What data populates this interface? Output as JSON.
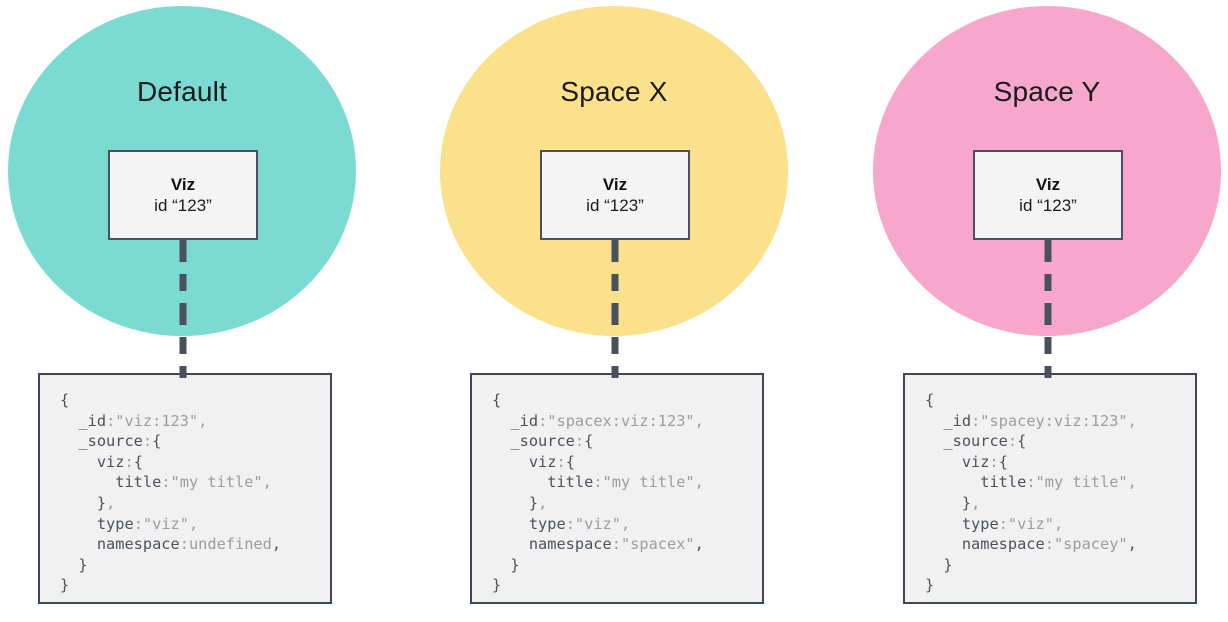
{
  "palette": {
    "default_circle": "#7BDBD3",
    "spacex_circle": "#FBE18C",
    "spacey_circle": "#F6A7CB",
    "connector": "#4A515D",
    "card_bg": "#F4F4F4",
    "card_border": "#4A515D",
    "code_bg": "#F1F1F1",
    "code_border": "#3F4654",
    "code_key_color": "#4D525A",
    "code_value_color": "#9D9D9D"
  },
  "panels": [
    {
      "name": "default",
      "label": "Default",
      "color": "#7BDBD3",
      "viz": {
        "title": "Viz",
        "id_line": "id “123”"
      },
      "code_lines": [
        [
          {
            "t": "{",
            "c": "d"
          }
        ],
        [
          {
            "t": "  ",
            "c": "d"
          },
          {
            "t": "_id",
            "c": "d"
          },
          {
            "t": ":",
            "c": "l"
          },
          {
            "t": "\"viz:123\"",
            "c": "l"
          },
          {
            "t": ",",
            "c": "l"
          }
        ],
        [
          {
            "t": "  ",
            "c": "d"
          },
          {
            "t": "_source",
            "c": "d"
          },
          {
            "t": ":",
            "c": "l"
          },
          {
            "t": "{",
            "c": "d"
          }
        ],
        [
          {
            "t": "    ",
            "c": "d"
          },
          {
            "t": "viz",
            "c": "d"
          },
          {
            "t": ":",
            "c": "l"
          },
          {
            "t": "{",
            "c": "d"
          }
        ],
        [
          {
            "t": "      ",
            "c": "d"
          },
          {
            "t": "title",
            "c": "d"
          },
          {
            "t": ":",
            "c": "l"
          },
          {
            "t": "\"my title\"",
            "c": "l"
          },
          {
            "t": ",",
            "c": "l"
          }
        ],
        [
          {
            "t": "    ",
            "c": "d"
          },
          {
            "t": "}",
            "c": "d"
          },
          {
            "t": ",",
            "c": "l"
          }
        ],
        [
          {
            "t": "    ",
            "c": "d"
          },
          {
            "t": "type",
            "c": "d"
          },
          {
            "t": ":",
            "c": "l"
          },
          {
            "t": "\"viz\"",
            "c": "l"
          },
          {
            "t": ",",
            "c": "l"
          }
        ],
        [
          {
            "t": "    ",
            "c": "d"
          },
          {
            "t": "namespace",
            "c": "d"
          },
          {
            "t": ":",
            "c": "l"
          },
          {
            "t": "undefined",
            "c": "l"
          },
          {
            "t": ",",
            "c": "d"
          }
        ],
        [
          {
            "t": "  ",
            "c": "d"
          },
          {
            "t": "}",
            "c": "d"
          }
        ],
        [
          {
            "t": "}",
            "c": "d"
          }
        ]
      ]
    },
    {
      "name": "spacex",
      "label": "Space X",
      "color": "#FBE18C",
      "viz": {
        "title": "Viz",
        "id_line": "id “123”"
      },
      "code_lines": [
        [
          {
            "t": "{",
            "c": "d"
          }
        ],
        [
          {
            "t": "  ",
            "c": "d"
          },
          {
            "t": "_id",
            "c": "d"
          },
          {
            "t": ":",
            "c": "l"
          },
          {
            "t": "\"spacex:viz:123\"",
            "c": "l"
          },
          {
            "t": ",",
            "c": "l"
          }
        ],
        [
          {
            "t": "  ",
            "c": "d"
          },
          {
            "t": "_source",
            "c": "d"
          },
          {
            "t": ":",
            "c": "l"
          },
          {
            "t": "{",
            "c": "d"
          }
        ],
        [
          {
            "t": "    ",
            "c": "d"
          },
          {
            "t": "viz",
            "c": "d"
          },
          {
            "t": ":",
            "c": "l"
          },
          {
            "t": "{",
            "c": "d"
          }
        ],
        [
          {
            "t": "      ",
            "c": "d"
          },
          {
            "t": "title",
            "c": "d"
          },
          {
            "t": ":",
            "c": "l"
          },
          {
            "t": "\"my title\"",
            "c": "l"
          },
          {
            "t": ",",
            "c": "l"
          }
        ],
        [
          {
            "t": "    ",
            "c": "d"
          },
          {
            "t": "}",
            "c": "d"
          },
          {
            "t": ",",
            "c": "l"
          }
        ],
        [
          {
            "t": "    ",
            "c": "d"
          },
          {
            "t": "type",
            "c": "d"
          },
          {
            "t": ":",
            "c": "l"
          },
          {
            "t": "\"viz\"",
            "c": "l"
          },
          {
            "t": ",",
            "c": "l"
          }
        ],
        [
          {
            "t": "    ",
            "c": "d"
          },
          {
            "t": "namespace",
            "c": "d"
          },
          {
            "t": ":",
            "c": "l"
          },
          {
            "t": "\"spacex\"",
            "c": "l"
          },
          {
            "t": ",",
            "c": "d"
          }
        ],
        [
          {
            "t": "  ",
            "c": "d"
          },
          {
            "t": "}",
            "c": "d"
          }
        ],
        [
          {
            "t": "}",
            "c": "d"
          }
        ]
      ]
    },
    {
      "name": "spacey",
      "label": "Space Y",
      "color": "#F6A7CB",
      "viz": {
        "title": "Viz",
        "id_line": "id “123”"
      },
      "code_lines": [
        [
          {
            "t": "{",
            "c": "d"
          }
        ],
        [
          {
            "t": "  ",
            "c": "d"
          },
          {
            "t": "_id",
            "c": "d"
          },
          {
            "t": ":",
            "c": "l"
          },
          {
            "t": "\"spacey:viz:123\"",
            "c": "l"
          },
          {
            "t": ",",
            "c": "l"
          }
        ],
        [
          {
            "t": "  ",
            "c": "d"
          },
          {
            "t": "_source",
            "c": "d"
          },
          {
            "t": ":",
            "c": "l"
          },
          {
            "t": "{",
            "c": "d"
          }
        ],
        [
          {
            "t": "    ",
            "c": "d"
          },
          {
            "t": "viz",
            "c": "d"
          },
          {
            "t": ":",
            "c": "l"
          },
          {
            "t": "{",
            "c": "d"
          }
        ],
        [
          {
            "t": "      ",
            "c": "d"
          },
          {
            "t": "title",
            "c": "d"
          },
          {
            "t": ":",
            "c": "l"
          },
          {
            "t": "\"my title\"",
            "c": "l"
          },
          {
            "t": ",",
            "c": "l"
          }
        ],
        [
          {
            "t": "    ",
            "c": "d"
          },
          {
            "t": "}",
            "c": "d"
          },
          {
            "t": ",",
            "c": "l"
          }
        ],
        [
          {
            "t": "    ",
            "c": "d"
          },
          {
            "t": "type",
            "c": "d"
          },
          {
            "t": ":",
            "c": "l"
          },
          {
            "t": "\"viz\"",
            "c": "l"
          },
          {
            "t": ",",
            "c": "l"
          }
        ],
        [
          {
            "t": "    ",
            "c": "d"
          },
          {
            "t": "namespace",
            "c": "d"
          },
          {
            "t": ":",
            "c": "l"
          },
          {
            "t": "\"spacey\"",
            "c": "l"
          },
          {
            "t": ",",
            "c": "d"
          }
        ],
        [
          {
            "t": "  ",
            "c": "d"
          },
          {
            "t": "}",
            "c": "d"
          }
        ],
        [
          {
            "t": "}",
            "c": "d"
          }
        ]
      ]
    }
  ]
}
